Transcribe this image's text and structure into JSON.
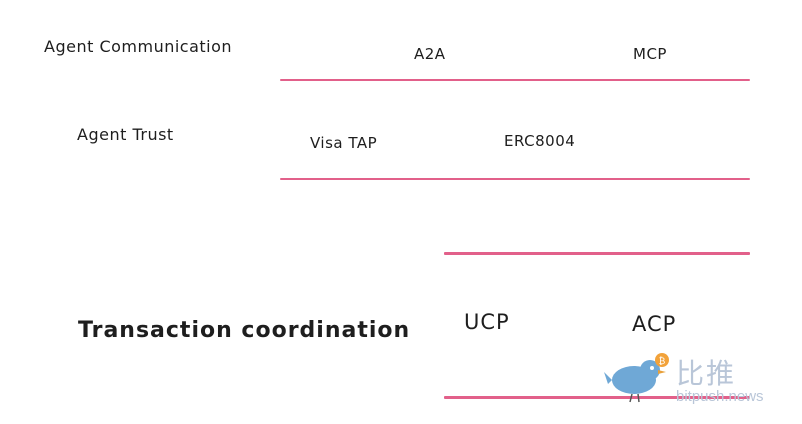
{
  "rows": [
    {
      "label": "Agent Communication",
      "items": [
        "A2A",
        "MCP"
      ]
    },
    {
      "label": "Agent Trust",
      "items": [
        "Visa TAP",
        "ERC8004"
      ]
    },
    {
      "label": "Transaction coordination",
      "items": [
        "UCP",
        "ACP"
      ]
    }
  ],
  "watermark": {
    "brand_cn": "比推",
    "domain": "bitpush.news"
  },
  "colors": {
    "rule": "#e2608a",
    "text": "#1e1e1e",
    "watermark": "#b9c6d8",
    "bird": "#6fa8d6",
    "coin": "#f2a23a"
  }
}
